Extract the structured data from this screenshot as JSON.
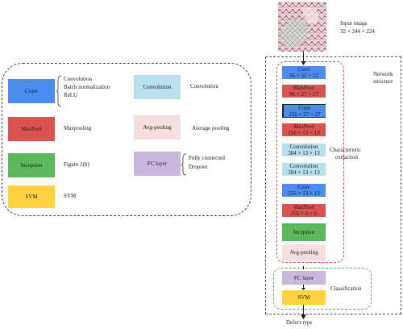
{
  "colors": {
    "conv": "#4a8cf0",
    "maxpool": "#d9534f",
    "inception": "#5cb85c",
    "svm": "#ffd23f",
    "convolution": "#b8e0ec",
    "avgpool": "#f7dede",
    "fc": "#c8b6dc",
    "red_dash": "#e05050",
    "green_dash": "#5cb85c"
  },
  "legend": {
    "conv": {
      "box": "Conv",
      "desc": [
        "Convolution",
        "Batch normalization",
        "ReLU"
      ]
    },
    "maxpool": {
      "box": "MaxPool",
      "desc": "Maxpooling"
    },
    "inception": {
      "box": "Inception",
      "desc": "Figure 1(b)"
    },
    "svm": {
      "box": "SVM",
      "desc": "SVM"
    },
    "convolution": {
      "box": "Convolution",
      "desc": "Convolution"
    },
    "avgpool": {
      "box": "Avg-pooling",
      "desc": "Average pooling"
    },
    "fc": {
      "box": "FC layer",
      "desc": [
        "Fully connected",
        "Dropout"
      ]
    }
  },
  "network": {
    "input_label": "Input image",
    "input_dims": "32 × 244 × 224",
    "structure_label": [
      "Network",
      "structure"
    ],
    "extraction_label": [
      "Characteristic",
      "extraction"
    ],
    "classification_label": "Classification",
    "output_label": "Defect type",
    "layers": [
      {
        "name": "Conv",
        "dims": "96 × 55 × 55"
      },
      {
        "name": "MaxPool",
        "dims": "96 × 27 × 27"
      },
      {
        "name": "Conv",
        "dims": "256 × 27 × 27"
      },
      {
        "name": "MaxPool",
        "dims": "256 × 13 × 13"
      },
      {
        "name": "Convolution",
        "dims": "384 × 13 × 13"
      },
      {
        "name": "Convolution",
        "dims": "384 × 13 × 13"
      },
      {
        "name": "Conv",
        "dims": "256 × 13 × 13"
      },
      {
        "name": "MaxPool",
        "dims": "256 × 6 × 6"
      },
      {
        "name": "Inception"
      },
      {
        "name": "Avg-pooling"
      }
    ],
    "classifier": [
      {
        "name": "FC layer"
      },
      {
        "name": "SVM"
      }
    ]
  }
}
